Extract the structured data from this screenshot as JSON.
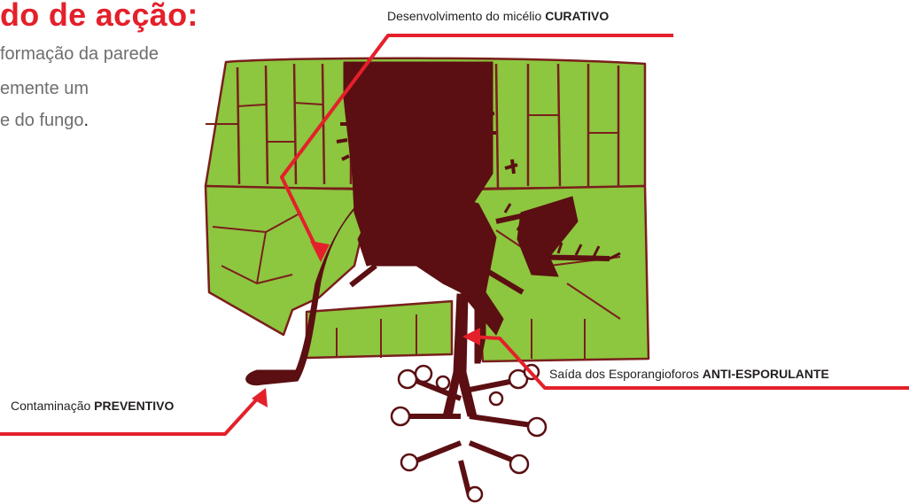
{
  "heading": {
    "text": "do de acção:"
  },
  "description": {
    "line1": "formação da parede",
    "line2": "emente um",
    "line3_a": "e do fungo",
    "line3_b": "."
  },
  "labels": {
    "curative": {
      "prefix": "Desenvolvimento do micélio ",
      "bold": "CURATIVO"
    },
    "anti_sporulant": {
      "prefix": "Saída dos Esporangioforos ",
      "bold": "ANTI-ESPORULANTE"
    },
    "preventive": {
      "prefix": "Contaminação ",
      "bold": "PREVENTIVO"
    }
  },
  "colors": {
    "accent_red": "#e4202a",
    "leaf_green": "#8dc63f",
    "mycelium": "#5b0f12",
    "outline": "#7a1f1c",
    "description_grey": "#6d6e70"
  },
  "icons": [
    "leaf-cross-section",
    "mycelium",
    "sporangiophore",
    "red-pointer-arrow"
  ]
}
